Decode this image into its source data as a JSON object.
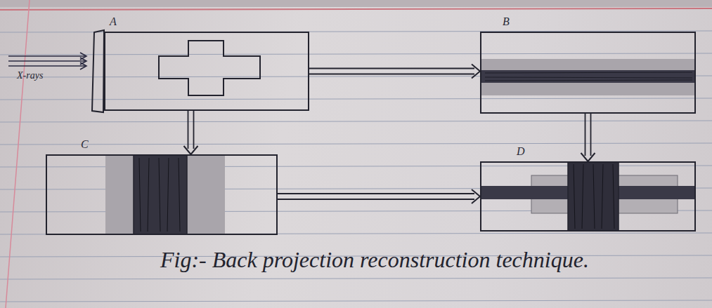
{
  "diagram": {
    "caption": "Fig:- Back projection reconstruction technique.",
    "nodes": [
      {
        "text": [
          "A"
        ]
      },
      {
        "text": [
          "B"
        ]
      },
      {
        "text": [
          "C"
        ]
      },
      {
        "text": [
          "D"
        ]
      }
    ],
    "edges": [
      {
        "from": 0,
        "to": 1,
        "arrow": "to"
      },
      {
        "from": 0,
        "to": 2,
        "arrow": "to"
      },
      {
        "from": 1,
        "to": 3,
        "arrow": "to"
      },
      {
        "from": 2,
        "to": 3,
        "arrow": "to"
      }
    ],
    "labels": [
      "X-rays"
    ]
  }
}
